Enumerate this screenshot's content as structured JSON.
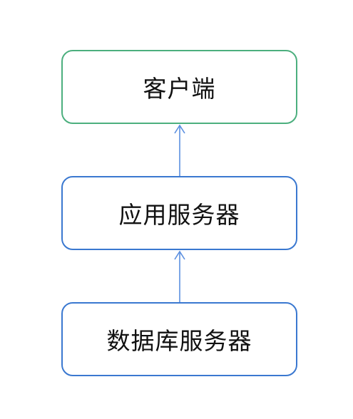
{
  "diagram": {
    "nodes": [
      {
        "id": "client",
        "label": "客户端"
      },
      {
        "id": "app-server",
        "label": "应用服务器"
      },
      {
        "id": "db-server",
        "label": "数据库服务器"
      }
    ],
    "edges": [
      {
        "from": "db-server",
        "to": "app-server"
      },
      {
        "from": "app-server",
        "to": "client"
      }
    ]
  },
  "colors": {
    "client_border": "#4caf7e",
    "server_border": "#3a78d0",
    "arrow": "#5b8fe0"
  }
}
